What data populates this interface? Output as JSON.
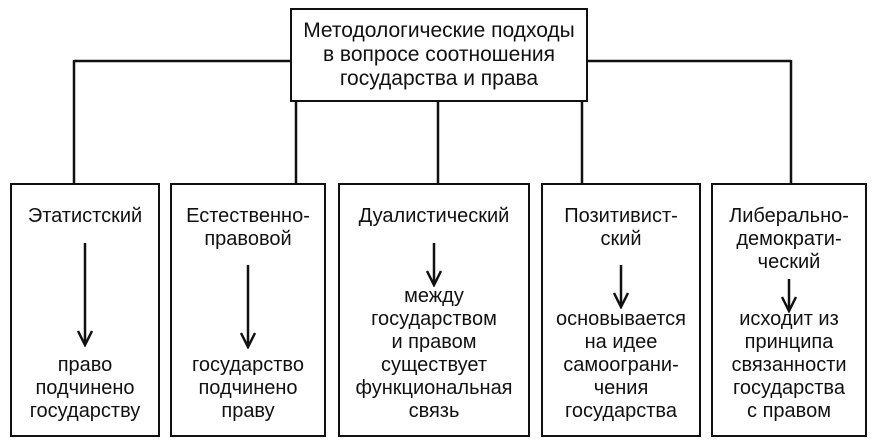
{
  "root": {
    "lines": [
      "Методологические подходы",
      "в вопросе соотношения",
      "государства и права"
    ]
  },
  "columns": [
    {
      "title": [
        "Этатистский"
      ],
      "desc": [
        "право",
        "подчинено",
        "государству"
      ]
    },
    {
      "title": [
        "Естественно-",
        "правовой"
      ],
      "desc": [
        "государство",
        "подчинено",
        "праву"
      ]
    },
    {
      "title": [
        "Дуалистический"
      ],
      "desc": [
        "между",
        "государством",
        "и правом",
        "существует",
        "функциональная",
        "связь"
      ]
    },
    {
      "title": [
        "Позитивист-",
        "ский"
      ],
      "desc": [
        "основывается",
        "на идее",
        "самоограни-",
        "чения",
        "государства"
      ]
    },
    {
      "title": [
        "Либерально-",
        "демократи-",
        "ческий"
      ],
      "desc": [
        "исходит из",
        "принципа",
        "связанности",
        "государства",
        "с правом"
      ]
    }
  ]
}
